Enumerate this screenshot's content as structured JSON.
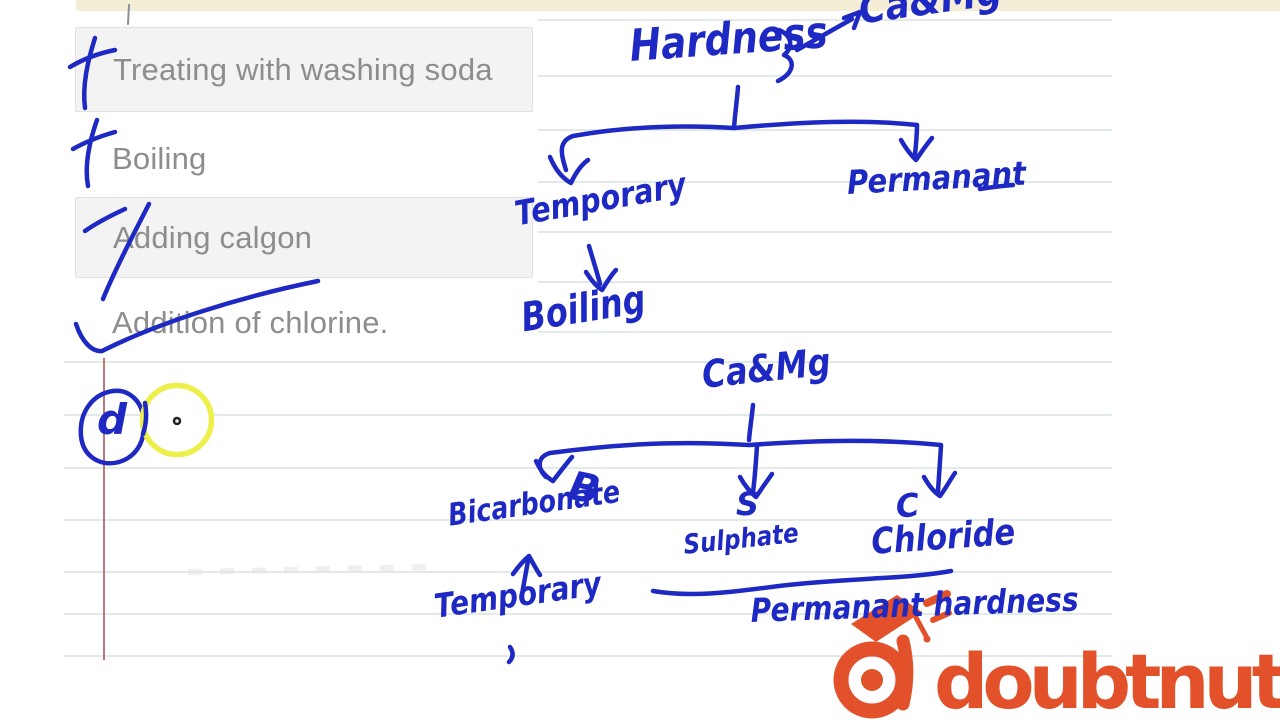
{
  "app": {
    "brand": "doubtnut"
  },
  "quiz": {
    "options": [
      {
        "label": "Treating with washing soda",
        "mark": "cross"
      },
      {
        "label": "Boiling",
        "mark": "cross"
      },
      {
        "label": "Adding calgon",
        "mark": "cross"
      },
      {
        "label": "Addition of chlorine.",
        "mark": "check"
      }
    ]
  },
  "handwriting": {
    "answer_label": "d",
    "tree1": {
      "root": "Hardness",
      "cause": "Ca&Mg",
      "left_branch": "Temporary",
      "right_branch": "Permanant",
      "left_method": "Boiling"
    },
    "tree2": {
      "root": "Ca&Mg",
      "letters": [
        "B",
        "S",
        "C"
      ],
      "salts": [
        "Bicarbonate",
        "Sulphate",
        "Chloride"
      ],
      "left_note": "Temporary",
      "right_note": "Permanant hardness"
    }
  },
  "colors": {
    "ink": "#1e28c3",
    "brand": "#e2512a",
    "highlight": "#edef4b",
    "rule_line": "#d8e3e1",
    "margin_line": "#b26262",
    "topbar": "#f5eed6",
    "option_text": "#8d8d8d",
    "option_box": "#f3f3f3"
  }
}
